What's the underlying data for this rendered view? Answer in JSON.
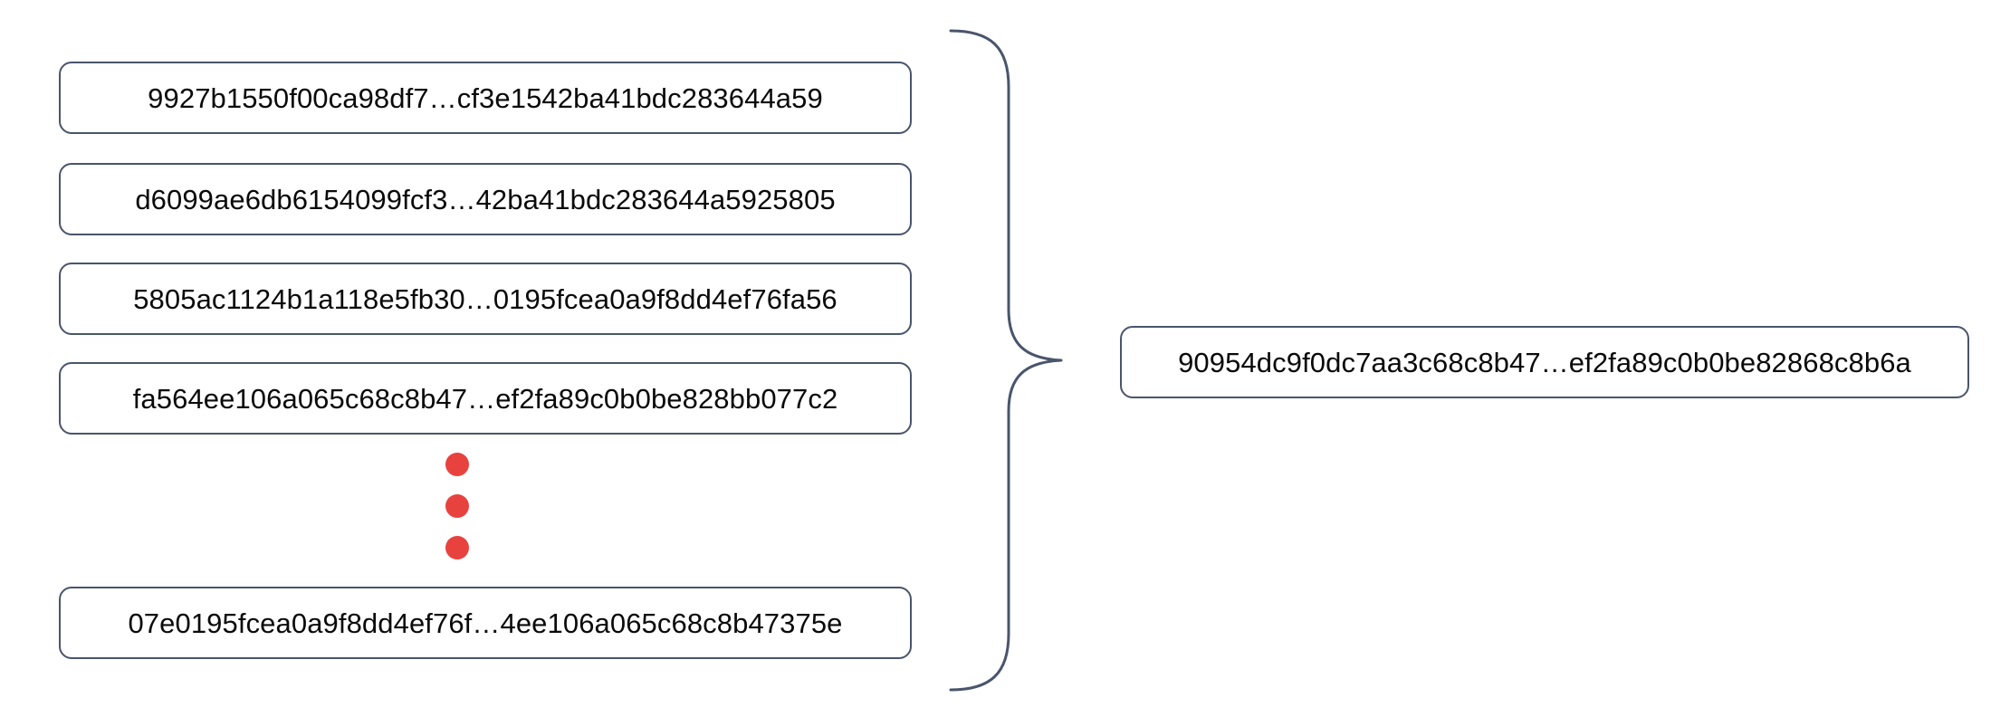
{
  "diagram": {
    "title": "hash-aggregation-diagram",
    "colors": {
      "box_border": "#49556b",
      "box_fill": "#ffffff",
      "text": "#0a0a0a",
      "ellipsis_dot": "#e8423f",
      "brace_stroke": "#49556b"
    },
    "inputs": [
      {
        "label": "9927b1550f00ca98df7…cf3e1542ba41bdc283644a59"
      },
      {
        "label": "d6099ae6db6154099fcf3…42ba41bdc283644a5925805"
      },
      {
        "label": "5805ac1124b1a118e5fb30…0195fcea0a9f8dd4ef76fa56"
      },
      {
        "label": "fa564ee106a065c68c8b47…ef2fa89c0b0be828bb077c2"
      },
      {
        "label": "07e0195fcea0a9f8dd4ef76f…4ee106a065c68c8b47375e"
      }
    ],
    "ellipsis": {
      "name": "vertical-ellipsis",
      "dot_count": 3
    },
    "brace": {
      "name": "curly-brace",
      "orientation": "right-pointing"
    },
    "output": {
      "label": "90954dc9f0dc7aa3c68c8b47…ef2fa89c0b0be82868c8b6a"
    }
  }
}
